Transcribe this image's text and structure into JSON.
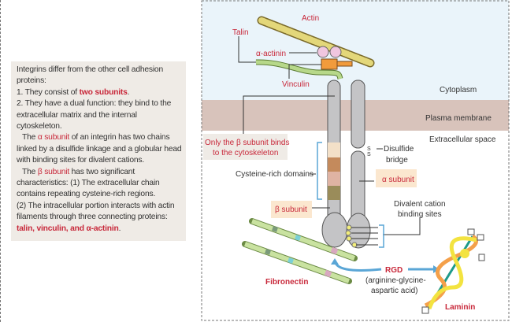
{
  "intro": {
    "p1": "Integrins differ from the other cell adhesion proteins:",
    "l1a": "1. They consist of ",
    "l1b": "two subunits",
    "l1c": ".",
    "l2": "2. They have a dual function: they bind to the extracellular matrix and the internal cytoskeleton.",
    "a1": "The ",
    "a2": "α subunit",
    "a3": " of an integrin has two chains linked by a disulfide linkage and a globular head with binding sites for divalent cations.",
    "b1": "The ",
    "b2": "β subunit",
    "b3": "  has two significant characteristics: (1) The extracellular chain contains repeating cysteine-rich regions.",
    "c1": "(2) The intracellular portion interacts with actin filaments through three connecting proteins: ",
    "c2": "talin, vinculin, and α-actinin",
    "c3": "."
  },
  "labels": {
    "actin": "Actin",
    "talin": "Talin",
    "alpha_actinin": "α-actinin",
    "vinculin": "Vinculin",
    "cytoplasm": "Cytoplasm",
    "membrane": "Plasma membrane",
    "extracellular": "Extracellular space",
    "only_beta_1": "Only the β subunit binds",
    "only_beta_2": "to the cytoskeleton",
    "disulfide_1": "Disulfide",
    "disulfide_2": "bridge",
    "ss": "S",
    "cysteine": "Cysteine-rich domains",
    "alpha_subunit": "α subunit",
    "beta_subunit": "β subunit",
    "divalent_1": "Divalent cation",
    "divalent_2": "binding sites",
    "fibronectin": "Fibronectin",
    "rgd": "RGD",
    "rgd_1": "(arginine-glycine-",
    "rgd_2": "aspartic acid)",
    "laminin": "Laminin"
  },
  "colors": {
    "cytoplasm": "#eaf4fa",
    "membrane": "#d8c3bb",
    "subunit": "#c4c4c6",
    "highlight": "#c8283a",
    "label_box": "#fbe7cf",
    "bracket": "#5aa6d6"
  }
}
